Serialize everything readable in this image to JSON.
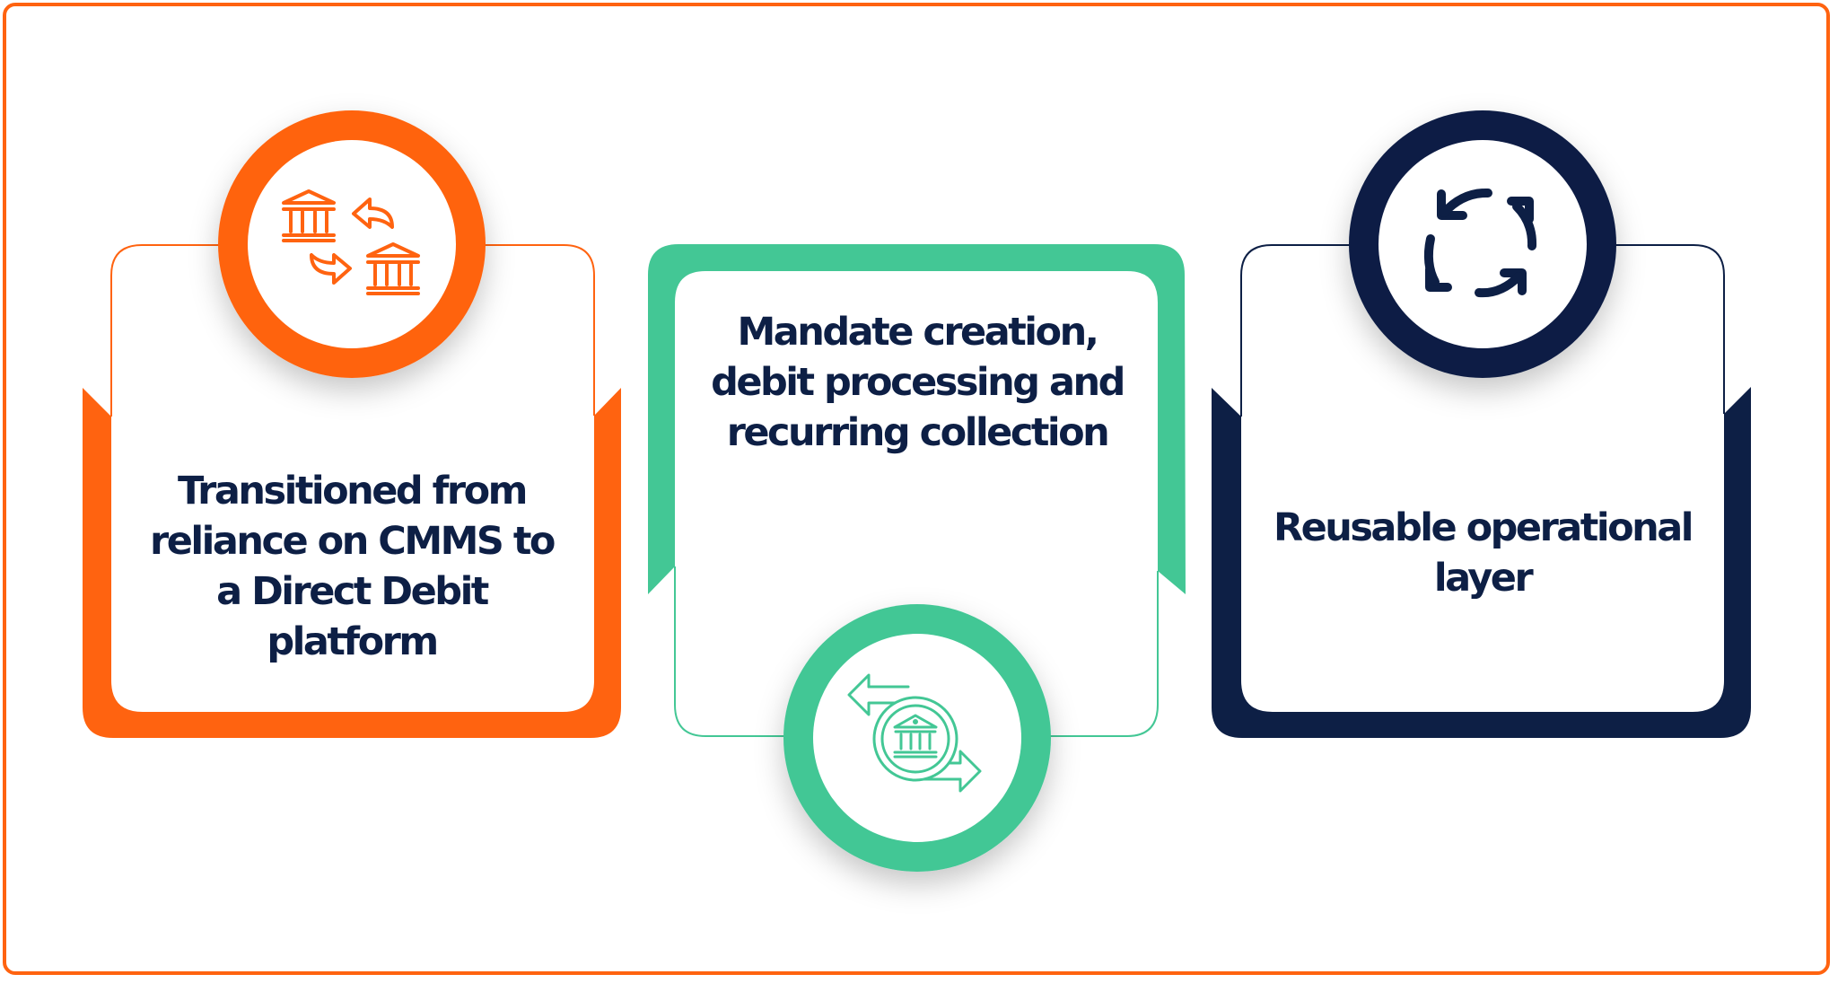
{
  "colors": {
    "border": "#FF6310",
    "orange": "#FF6310",
    "green": "#43C795",
    "navy": "#0D1F45",
    "text": "#0D1F45"
  },
  "cards": [
    {
      "text": "Transitioned from reliance on CMMS to a Direct Debit platform",
      "icon": "bank-exchange-icon",
      "accent": "orange"
    },
    {
      "text": "Mandate creation, debit processing and recurring collection",
      "icon": "bank-transfer-arrows-icon",
      "accent": "green"
    },
    {
      "text": "Reusable operational layer",
      "icon": "refresh-cycle-icon",
      "accent": "navy"
    }
  ]
}
